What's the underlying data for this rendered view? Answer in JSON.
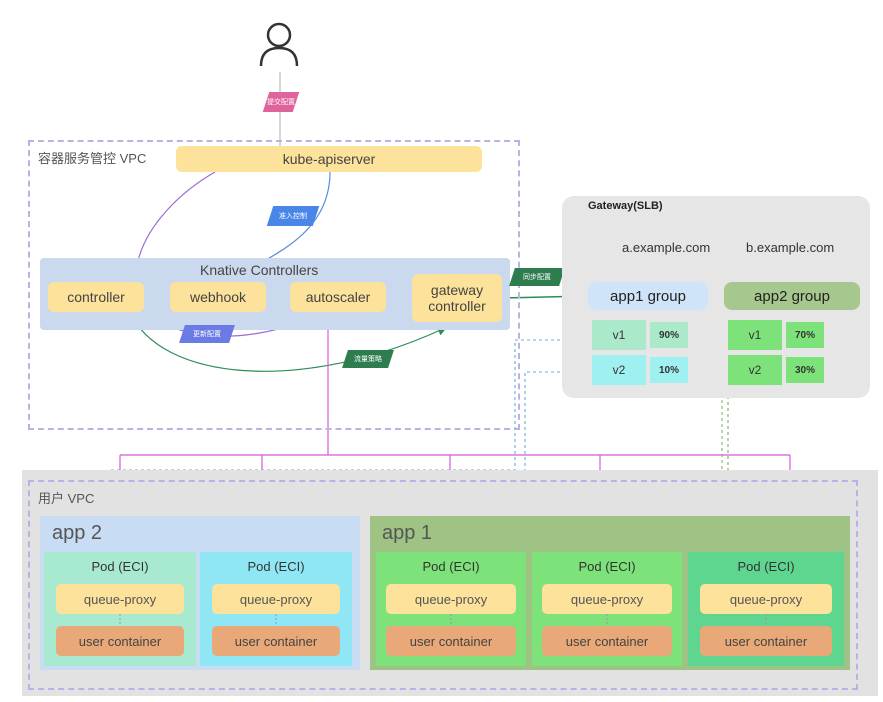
{
  "user": {
    "icon": "user-icon"
  },
  "tags": {
    "deploy": "提交配置",
    "access": "准入控制",
    "update": "更新配置",
    "traffic": "流量策略",
    "sync": "同步配置"
  },
  "control_plane": {
    "title": "容器服务管控 VPC",
    "apiserver": "kube-apiserver",
    "knative": {
      "title": "Knative Controllers",
      "controller": "controller",
      "webhook": "webhook",
      "autoscaler": "autoscaler",
      "gateway_controller": "gateway\ncontroller"
    }
  },
  "gateway": {
    "title": "Gateway(SLB)",
    "host_a": "a.example.com",
    "host_b": "b.example.com",
    "groups": [
      {
        "label": "app1 group",
        "v1": "v1",
        "v1_pct": "90%",
        "v2": "v2",
        "v2_pct": "10%"
      },
      {
        "label": "app2 group",
        "v1": "v1",
        "v1_pct": "70%",
        "v2": "v2",
        "v2_pct": "30%"
      }
    ]
  },
  "user_vpc": {
    "title": "用户 VPC",
    "app2": {
      "label": "app 2",
      "pods": [
        {
          "title": "Pod (ECI)",
          "proxy": "queue-proxy",
          "container": "user container"
        },
        {
          "title": "Pod (ECI)",
          "proxy": "queue-proxy",
          "container": "user container"
        }
      ]
    },
    "app1": {
      "label": "app 1",
      "pods": [
        {
          "title": "Pod (ECI)",
          "proxy": "queue-proxy",
          "container": "user container"
        },
        {
          "title": "Pod (ECI)",
          "proxy": "queue-proxy",
          "container": "user container"
        },
        {
          "title": "Pod (ECI)",
          "proxy": "queue-proxy",
          "container": "user container"
        }
      ]
    }
  }
}
